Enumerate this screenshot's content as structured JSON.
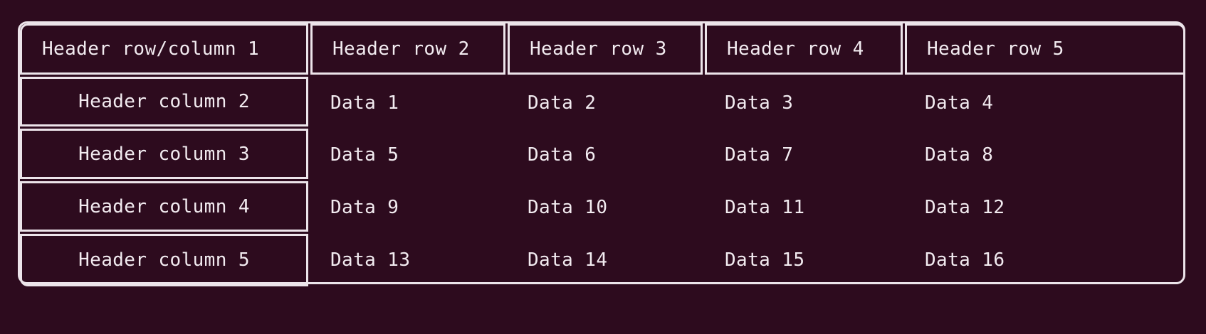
{
  "table": {
    "corner_header": "Header row/column 1",
    "column_headers": [
      "Header row 2",
      "Header row 3",
      "Header row 4",
      "Header row 5"
    ],
    "row_headers": [
      "Header column 2",
      "Header column 3",
      "Header column 4",
      "Header column 5"
    ],
    "rows": [
      [
        "Data 1",
        "Data 2",
        "Data 3",
        "Data 4"
      ],
      [
        "Data 5",
        "Data 6",
        "Data 7",
        "Data 8"
      ],
      [
        "Data 9",
        "Data 10",
        "Data 11",
        "Data 12"
      ],
      [
        "Data 13",
        "Data 14",
        "Data 15",
        "Data 16"
      ]
    ]
  },
  "colors": {
    "background": "#2d0b1e",
    "border": "#ece4ea",
    "text": "#f2ebf0"
  }
}
